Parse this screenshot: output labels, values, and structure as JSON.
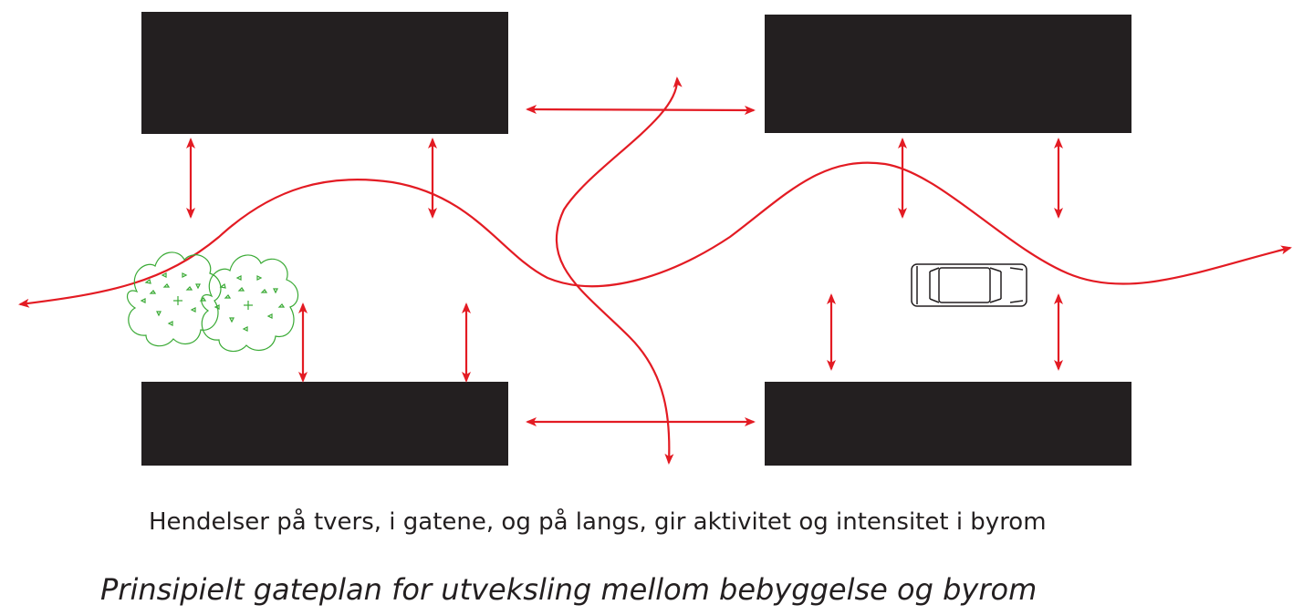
{
  "caption": "Hendelser på tvers, i gatene, og på langs, gir aktivitet og intensitet i byrom",
  "subtitle": "Prinsipielt gateplan for utveksling mellom bebyggelse og byrom",
  "colors": {
    "building": "#231f20",
    "arrow": "#e31b23",
    "tree": "#3aaa35",
    "car": "#231f20"
  },
  "icons": [
    "building-block",
    "double-arrow",
    "tree-icon",
    "car-icon"
  ]
}
